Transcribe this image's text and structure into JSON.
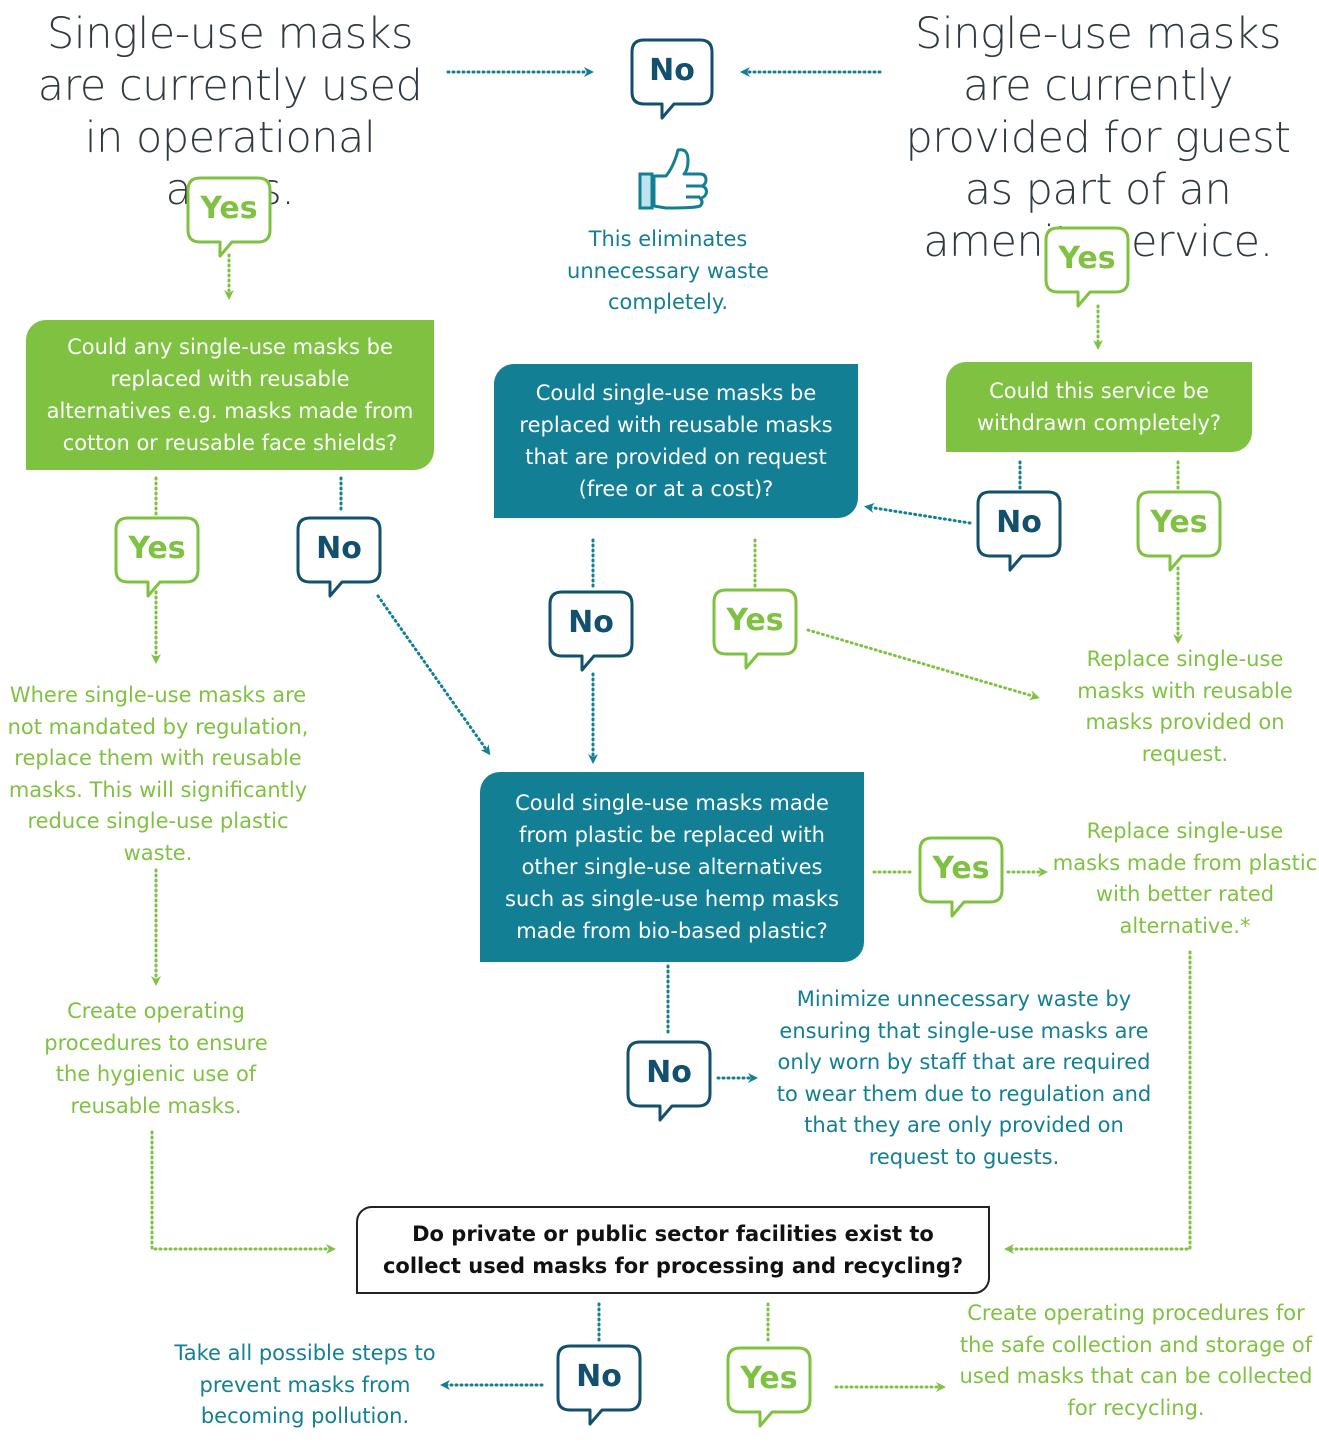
{
  "colors": {
    "green": "#7fc241",
    "blue": "#137f94",
    "navy": "#12506e",
    "title": "#2f3a40",
    "final_border": "#222222"
  },
  "titles": {
    "left": "Single-use masks are currently used in operational areas.",
    "right": "Single-use masks are currently provided for guest as part of an amenity service."
  },
  "top": {
    "no": "No",
    "thumb_icon": "thumbs-up-icon",
    "eliminates": "This eliminates unnecessary waste completely."
  },
  "left_branch": {
    "yes": "Yes",
    "question": "Could any single-use masks be replaced with reusable alternatives e.g. masks made from cotton or reusable face shields?",
    "yes2": "Yes",
    "no2": "No",
    "result1": "Where single-use masks are not mandated by regulation, replace them with reusable masks. This will significantly reduce single-use plastic waste.",
    "result2": "Create operating procedures to ensure the hygienic use of reusable masks."
  },
  "right_branch": {
    "yes": "Yes",
    "question": "Could this service be withdrawn completely?",
    "no": "No",
    "yes2": "Yes"
  },
  "center": {
    "question1": "Could single-use masks be replaced with reusable masks that are provided on request (free or at a cost)?",
    "no1": "No",
    "yes1": "Yes",
    "replace_request": "Replace single-use masks with reusable masks provided on request.",
    "question2": "Could single-use masks made from plastic be replaced with other single-use alternatives such as single-use hemp masks made from bio-based plastic?",
    "yes2": "Yes",
    "replace_better": "Replace single-use masks made from plastic with better rated alternative.*",
    "no2": "No",
    "minimize": "Minimize unnecessary waste by ensuring that single-use masks are only worn by staff that are required to wear them due to regulation and that they are only provided on request to guests."
  },
  "final": {
    "question": "Do private or public sector facilities exist to collect used masks for processing and recycling?",
    "no": "No",
    "yes": "Yes",
    "no_result": "Take all possible steps to prevent masks from becoming pollution.",
    "yes_result": "Create operating procedures for the safe collection and storage of used masks that can be collected for recycling."
  }
}
